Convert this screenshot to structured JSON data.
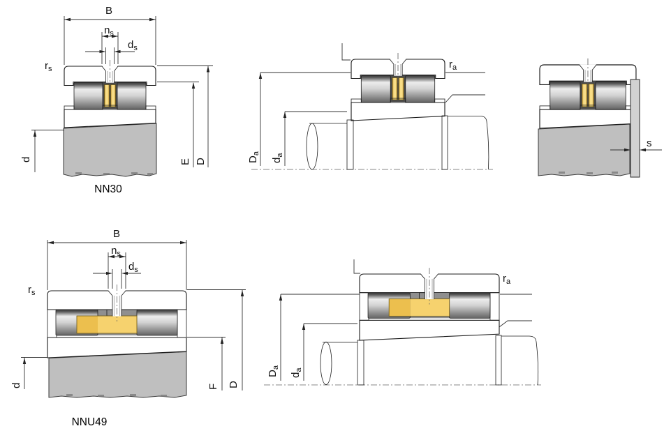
{
  "drawing": {
    "title_hidden": "",
    "colors": {
      "outline": "#1a1a1a",
      "ring_fill": "#e7e7e7",
      "hatch_line": "#cccccc",
      "shaft_gray": "#bfbfbf",
      "roller_dark": "#383838",
      "cage_gold": "#f8dd86",
      "cage_gold_dark": "#ecbf4e",
      "pocket_dark": "#4a4a4a",
      "pocket_gray": "#8f8f8f"
    },
    "diagrams": {
      "nn30_section": {
        "caption": "NN30",
        "labels": {
          "B": {
            "main": "B",
            "sub": ""
          },
          "ns": {
            "main": "n",
            "sub": "s"
          },
          "ds": {
            "main": "d",
            "sub": "s"
          },
          "rs": {
            "main": "r",
            "sub": "s"
          },
          "d": {
            "main": "d",
            "sub": ""
          },
          "E": {
            "main": "E",
            "sub": ""
          },
          "D": {
            "main": "D",
            "sub": ""
          }
        }
      },
      "nn30_mounted": {
        "labels": {
          "Da": {
            "main": "D",
            "sub": "a"
          },
          "da": {
            "main": "d",
            "sub": "a"
          },
          "ra": {
            "main": "r",
            "sub": "a"
          }
        }
      },
      "nn30_offset": {
        "labels": {
          "s": {
            "main": "s",
            "sub": ""
          }
        }
      },
      "nnu49_section": {
        "caption": "NNU49",
        "labels": {
          "B": {
            "main": "B",
            "sub": ""
          },
          "ns": {
            "main": "n",
            "sub": "s"
          },
          "ds": {
            "main": "d",
            "sub": "s"
          },
          "rs": {
            "main": "r",
            "sub": "s"
          },
          "d": {
            "main": "d",
            "sub": ""
          },
          "F": {
            "main": "F",
            "sub": ""
          },
          "D": {
            "main": "D",
            "sub": ""
          }
        }
      },
      "nnu49_mounted": {
        "labels": {
          "Da": {
            "main": "D",
            "sub": "a"
          },
          "da": {
            "main": "d",
            "sub": "a"
          },
          "ra": {
            "main": "r",
            "sub": "a"
          }
        }
      }
    }
  }
}
